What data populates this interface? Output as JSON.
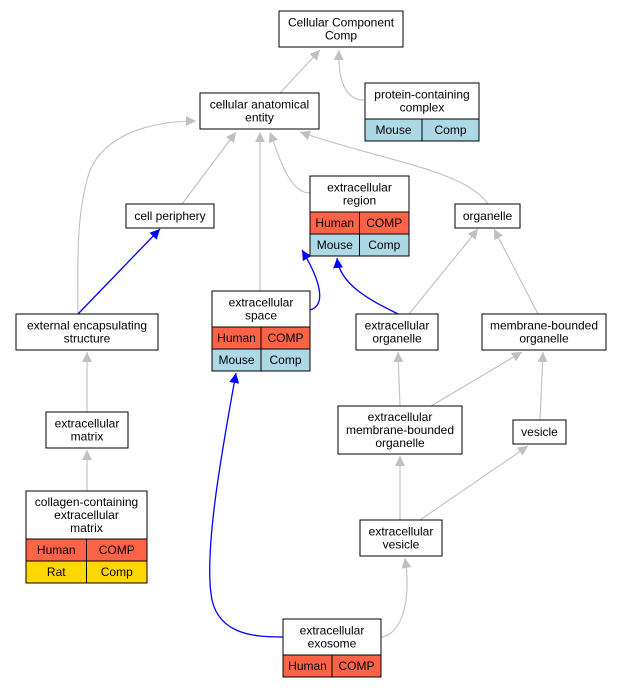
{
  "colors": {
    "human": "#ff6347",
    "mouse": "#add8e6",
    "rat": "#ffd700",
    "gray_edge": "#c0c0c0",
    "blue_edge": "#0000ff"
  },
  "nodes": [
    {
      "id": "cellular-component",
      "lines": [
        "Cellular Component",
        "Comp"
      ],
      "rows": []
    },
    {
      "id": "protein-containing-complex",
      "lines": [
        "protein-containing",
        "complex"
      ],
      "rows": [
        {
          "color": "mouse",
          "cells": [
            "Mouse",
            "Comp"
          ]
        }
      ]
    },
    {
      "id": "cellular-anatomical-entity",
      "lines": [
        "cellular anatomical",
        "entity"
      ],
      "rows": []
    },
    {
      "id": "extracellular-region",
      "lines": [
        "extracellular",
        "region"
      ],
      "rows": [
        {
          "color": "human",
          "cells": [
            "Human",
            "COMP"
          ]
        },
        {
          "color": "mouse",
          "cells": [
            "Mouse",
            "Comp"
          ]
        }
      ]
    },
    {
      "id": "cell-periphery",
      "lines": [
        "cell periphery"
      ],
      "rows": []
    },
    {
      "id": "organelle",
      "lines": [
        "organelle"
      ],
      "rows": []
    },
    {
      "id": "extracellular-space",
      "lines": [
        "extracellular",
        "space"
      ],
      "rows": [
        {
          "color": "human",
          "cells": [
            "Human",
            "COMP"
          ]
        },
        {
          "color": "mouse",
          "cells": [
            "Mouse",
            "Comp"
          ]
        }
      ]
    },
    {
      "id": "external-encapsulating-structure",
      "lines": [
        "external encapsulating",
        "structure"
      ],
      "rows": []
    },
    {
      "id": "extracellular-organelle",
      "lines": [
        "extracellular",
        "organelle"
      ],
      "rows": []
    },
    {
      "id": "membrane-bounded-organelle",
      "lines": [
        "membrane-bounded",
        "organelle"
      ],
      "rows": []
    },
    {
      "id": "extracellular-matrix",
      "lines": [
        "extracellular",
        "matrix"
      ],
      "rows": []
    },
    {
      "id": "extracellular-membrane-bounded-organelle",
      "lines": [
        "extracellular",
        "membrane-bounded",
        "organelle"
      ],
      "rows": []
    },
    {
      "id": "vesicle",
      "lines": [
        "vesicle"
      ],
      "rows": []
    },
    {
      "id": "collagen-containing-extracellular-matrix",
      "lines": [
        "collagen-containing",
        "extracellular",
        "matrix"
      ],
      "rows": [
        {
          "color": "human",
          "cells": [
            "Human",
            "COMP"
          ]
        },
        {
          "color": "rat",
          "cells": [
            "Rat",
            "Comp"
          ]
        }
      ]
    },
    {
      "id": "extracellular-vesicle",
      "lines": [
        "extracellular",
        "vesicle"
      ],
      "rows": []
    },
    {
      "id": "extracellular-exosome",
      "lines": [
        "extracellular",
        "exosome"
      ],
      "rows": [
        {
          "color": "human",
          "cells": [
            "Human",
            "COMP"
          ]
        }
      ]
    }
  ],
  "edges": [
    {
      "from": "cellular-anatomical-entity",
      "to": "cellular-component",
      "color": "gray"
    },
    {
      "from": "protein-containing-complex",
      "to": "cellular-component",
      "color": "gray"
    },
    {
      "from": "cell-periphery",
      "to": "cellular-anatomical-entity",
      "color": "gray"
    },
    {
      "from": "external-encapsulating-structure",
      "to": "cellular-anatomical-entity",
      "color": "gray"
    },
    {
      "from": "extracellular-space",
      "to": "cellular-anatomical-entity",
      "color": "gray"
    },
    {
      "from": "extracellular-region",
      "to": "cellular-anatomical-entity",
      "color": "gray"
    },
    {
      "from": "organelle",
      "to": "cellular-anatomical-entity",
      "color": "gray"
    },
    {
      "from": "external-encapsulating-structure",
      "to": "cell-periphery",
      "color": "blue"
    },
    {
      "from": "extracellular-space",
      "to": "extracellular-region",
      "color": "blue"
    },
    {
      "from": "extracellular-organelle",
      "to": "extracellular-region",
      "color": "blue"
    },
    {
      "from": "extracellular-organelle",
      "to": "organelle",
      "color": "gray"
    },
    {
      "from": "membrane-bounded-organelle",
      "to": "organelle",
      "color": "gray"
    },
    {
      "from": "extracellular-matrix",
      "to": "external-encapsulating-structure",
      "color": "gray"
    },
    {
      "from": "collagen-containing-extracellular-matrix",
      "to": "extracellular-matrix",
      "color": "gray"
    },
    {
      "from": "extracellular-membrane-bounded-organelle",
      "to": "extracellular-organelle",
      "color": "gray"
    },
    {
      "from": "extracellular-membrane-bounded-organelle",
      "to": "membrane-bounded-organelle",
      "color": "gray"
    },
    {
      "from": "vesicle",
      "to": "membrane-bounded-organelle",
      "color": "gray"
    },
    {
      "from": "extracellular-vesicle",
      "to": "extracellular-membrane-bounded-organelle",
      "color": "gray"
    },
    {
      "from": "extracellular-vesicle",
      "to": "vesicle",
      "color": "gray"
    },
    {
      "from": "extracellular-exosome",
      "to": "extracellular-vesicle",
      "color": "gray"
    },
    {
      "from": "extracellular-exosome",
      "to": "extracellular-space",
      "color": "blue"
    }
  ]
}
